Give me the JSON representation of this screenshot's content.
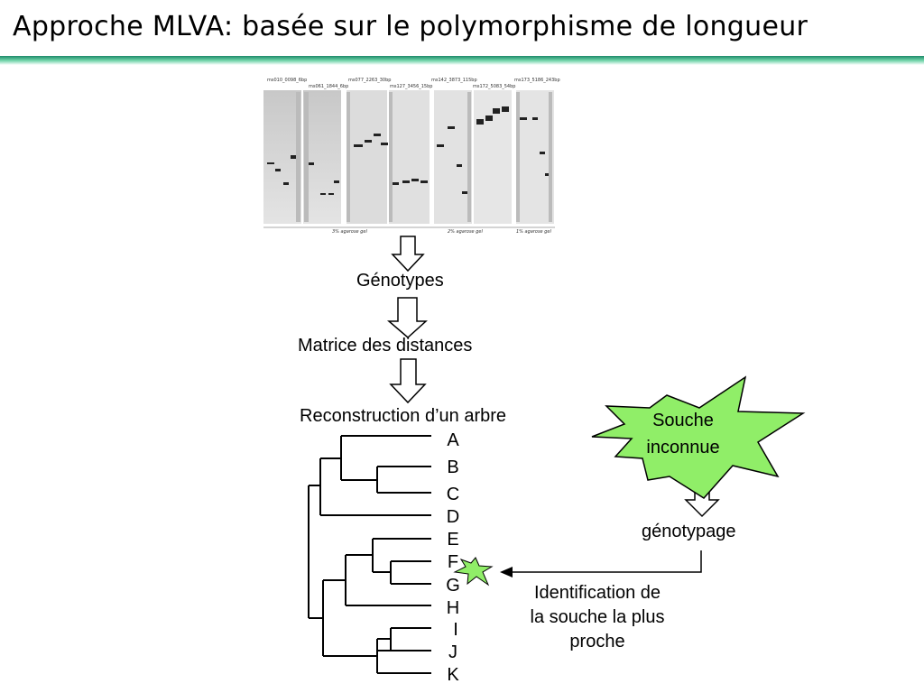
{
  "title": "Approche MLVA: basée sur le polymorphisme de longueur",
  "gel": {
    "markers": [
      "ms010_0098_6bp",
      "ms061_1844_6bp",
      "ms077_2263_30bp",
      "ms127_3456_15bp",
      "ms142_3873_115bp",
      "ms172_5083_54bp",
      "ms173_5186_243bp"
    ],
    "notes": [
      "3% agarose gel",
      "2% agarose gel",
      "1% agarose gel"
    ]
  },
  "steps": {
    "genotypes": "Génotypes",
    "matrix": "Matrice des distances",
    "tree": "Reconstruction d’un arbre"
  },
  "tree_leaves": [
    "A",
    "B",
    "C",
    "D",
    "E",
    "F",
    "G",
    "H",
    "I",
    "J",
    "K"
  ],
  "unknown": {
    "line1": "Souche",
    "line2": "inconnue",
    "color": "#90ee68"
  },
  "genotyping": "génotypage",
  "identification": {
    "line1": "Identification de",
    "line2": "la souche la plus",
    "line3": "proche"
  },
  "colors": {
    "title_rule": "#3fb68e",
    "star": "#90ee68"
  }
}
